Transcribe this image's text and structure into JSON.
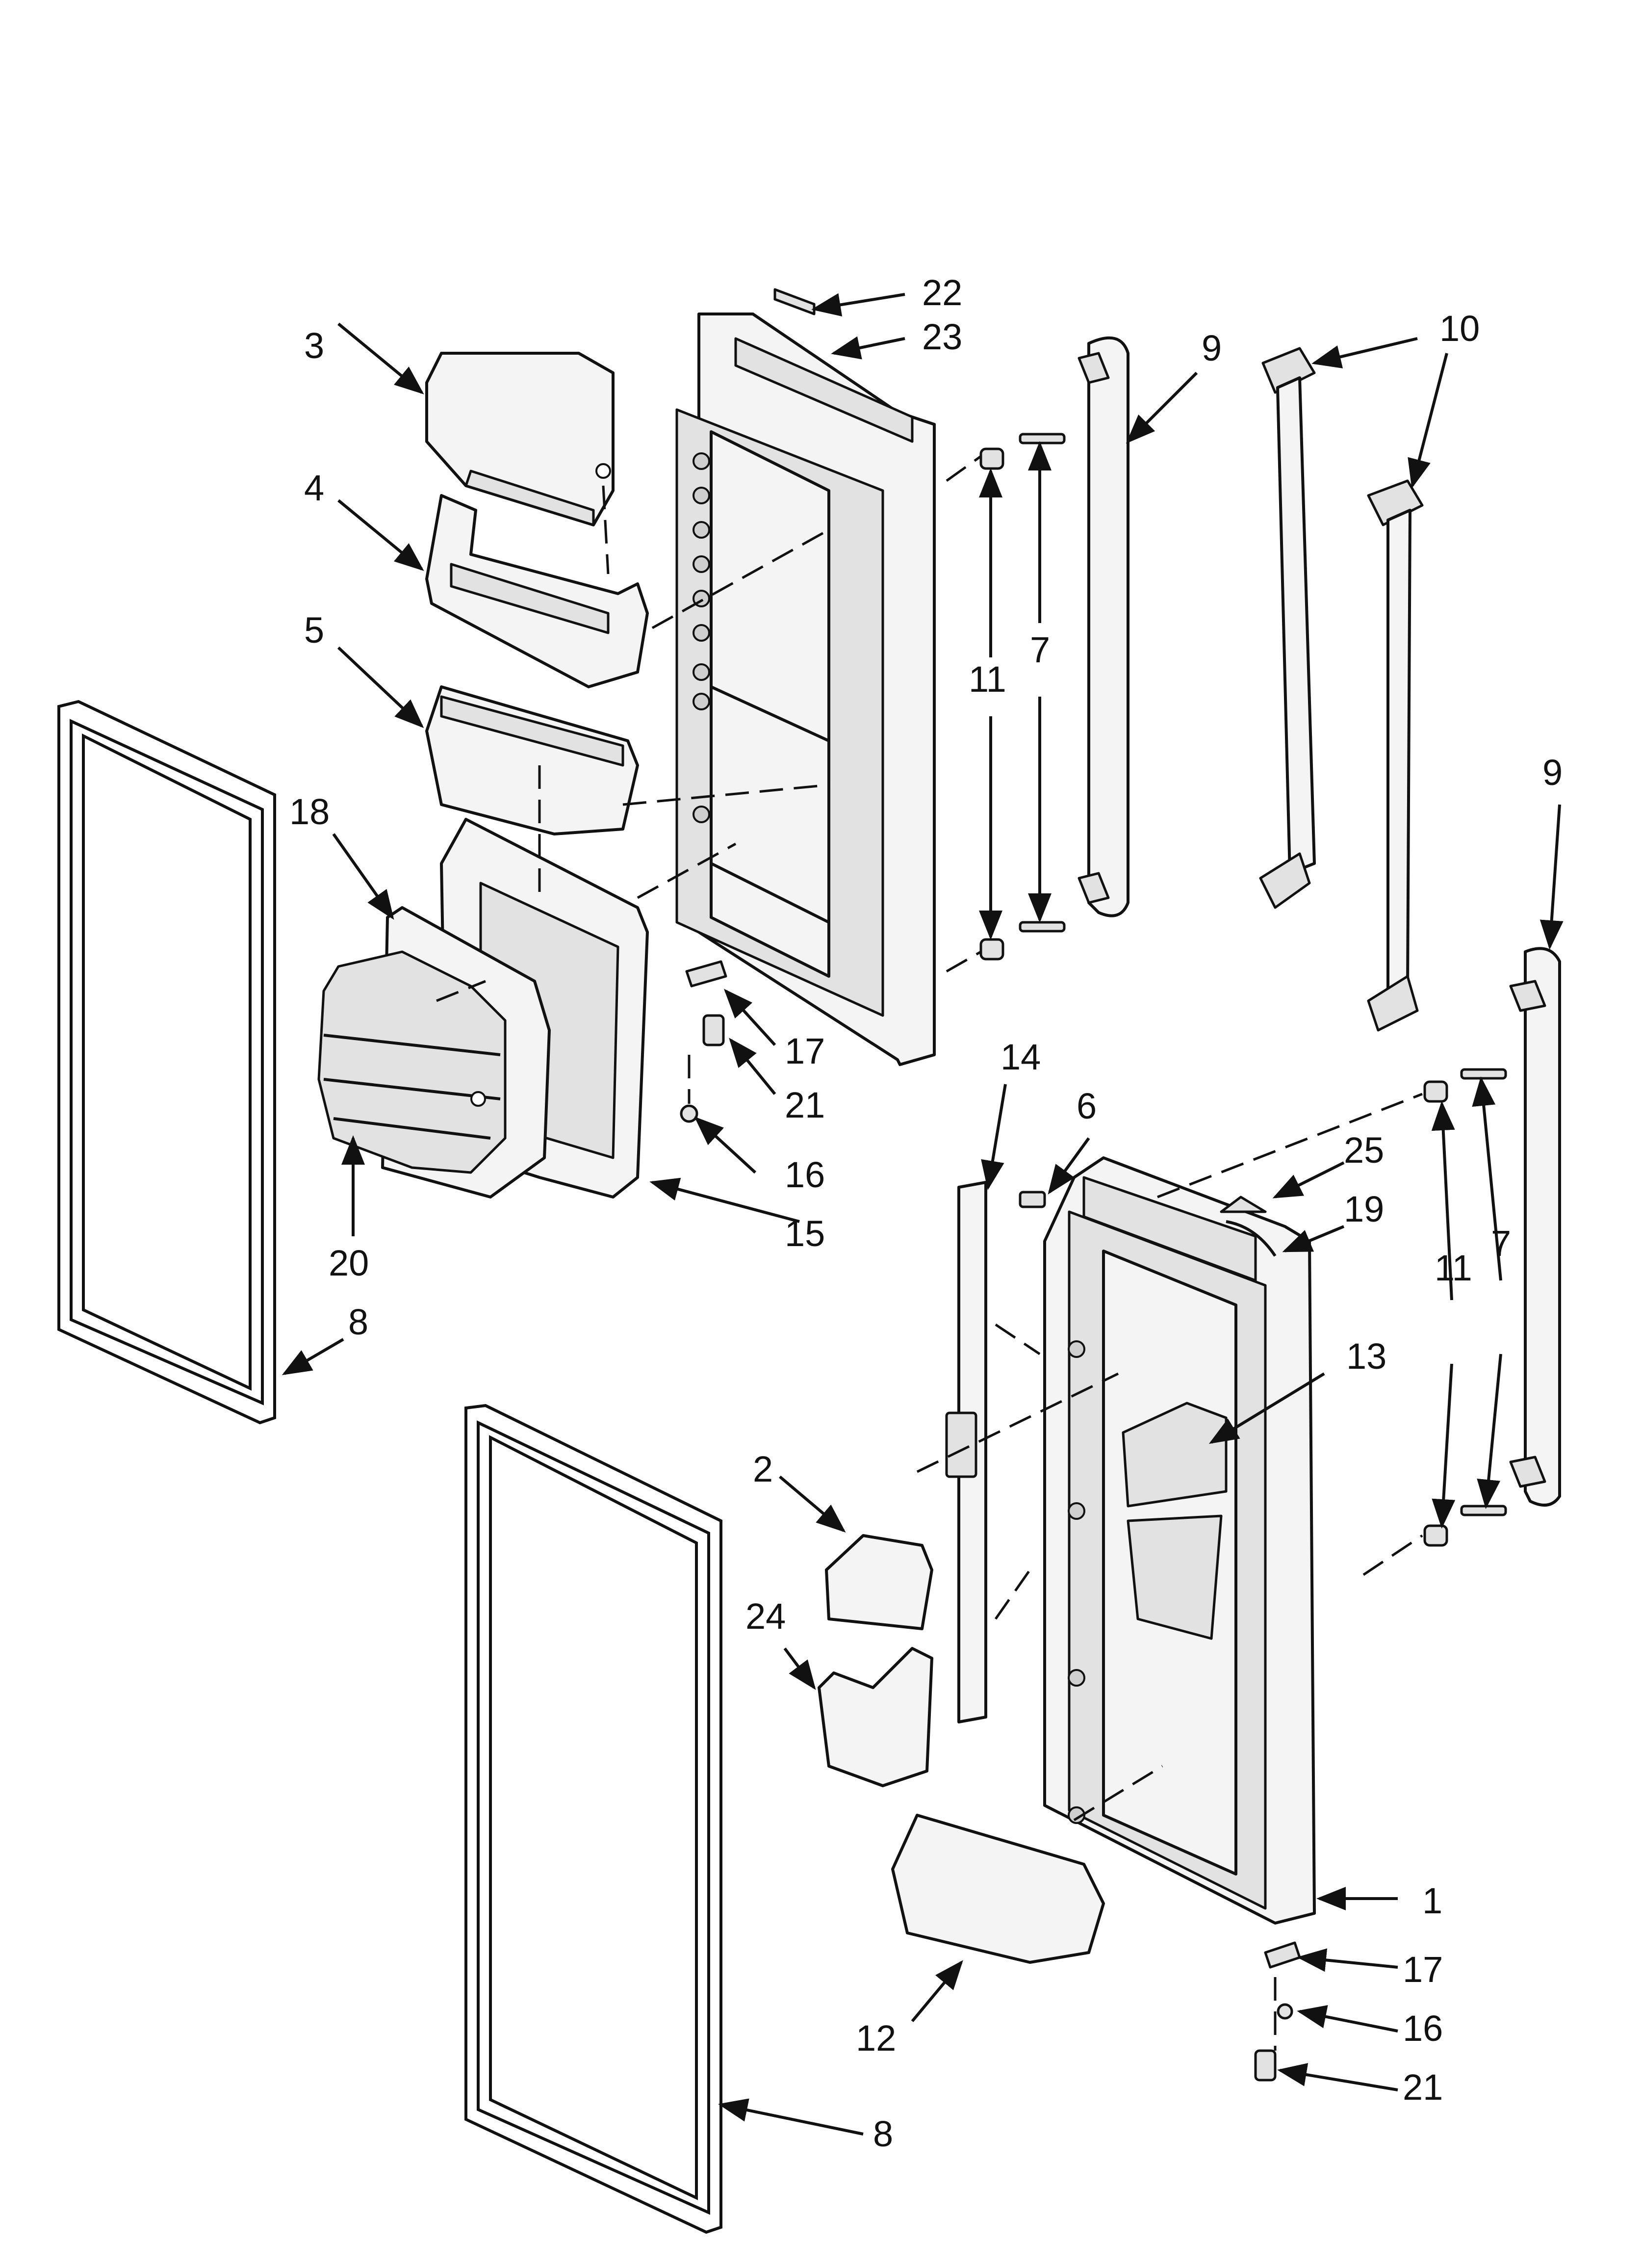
{
  "callouts": [
    "22",
    "23",
    "3",
    "4",
    "5",
    "18",
    "20",
    "8",
    "17",
    "21",
    "16",
    "15",
    "9",
    "7",
    "11",
    "10",
    "14",
    "6",
    "25",
    "19",
    "13",
    "2",
    "24",
    "12",
    "1"
  ]
}
